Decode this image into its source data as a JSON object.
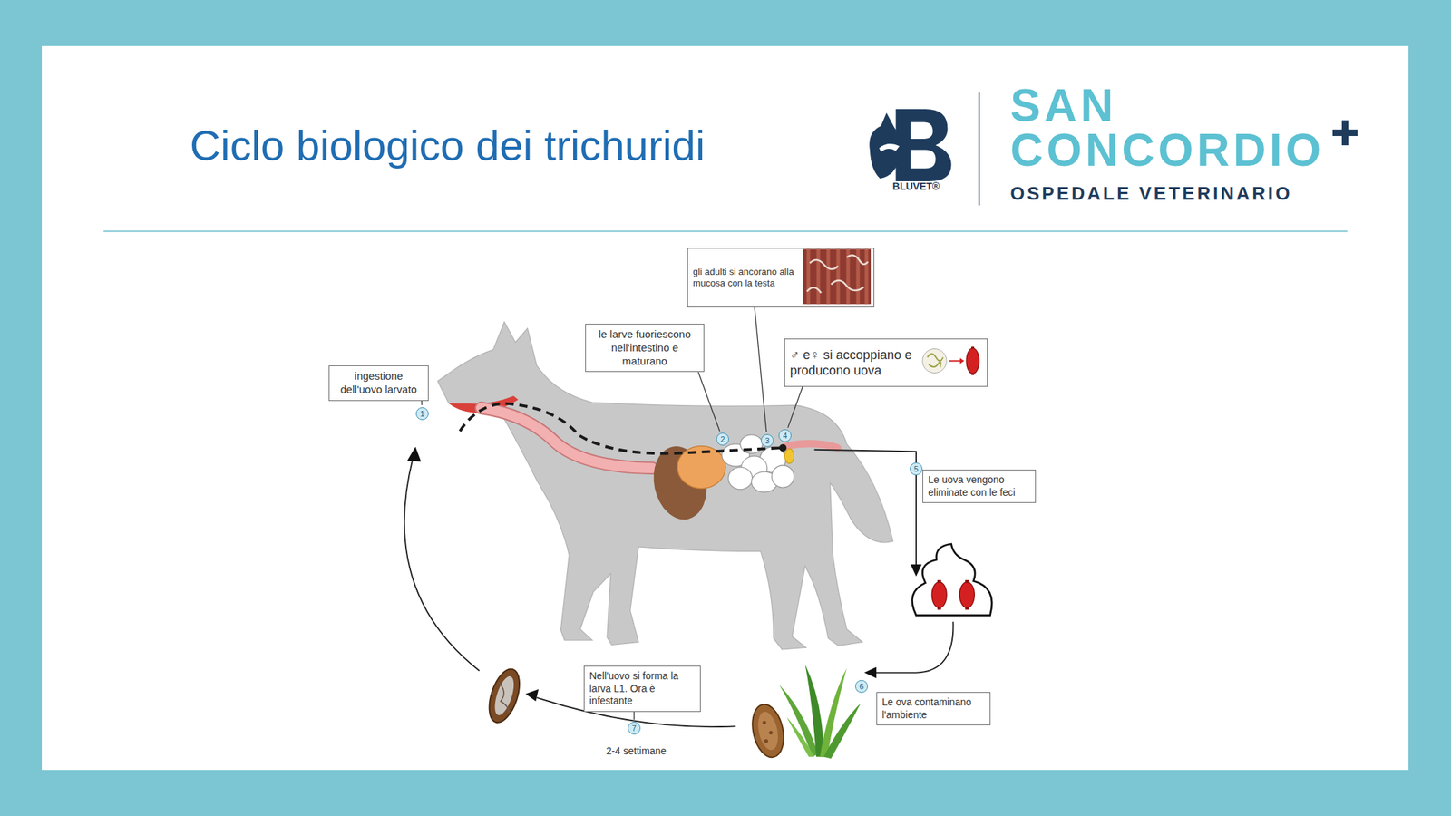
{
  "diagram": {
    "title": "Ciclo biologico dei trichuridi",
    "nodes": [
      {
        "text": [
          "gli adulti si ancorano alla mucosa con la testa"
        ]
      },
      {
        "text": [
          "le larve fuoriescono nell'intestino e maturano"
        ]
      },
      {
        "text": [
          "♂ e♀ si accoppiano e producono uova"
        ]
      },
      {
        "text": [
          "ingestione dell'uovo larvato"
        ]
      },
      {
        "text": [
          "Le uova vengono eliminate con le feci"
        ]
      },
      {
        "text": [
          "Nell'uovo si forma la larva L1. Ora è infestante"
        ]
      },
      {
        "text": [
          "Le ova contaminano l'ambiente"
        ]
      }
    ],
    "labels": [
      "SAN",
      "CONCORDIO",
      "BLUVET®",
      "OSPEDALE VETERINARIO",
      "1",
      "2",
      "3",
      "4",
      "5",
      "6",
      "7",
      "2-4 settimane"
    ]
  }
}
